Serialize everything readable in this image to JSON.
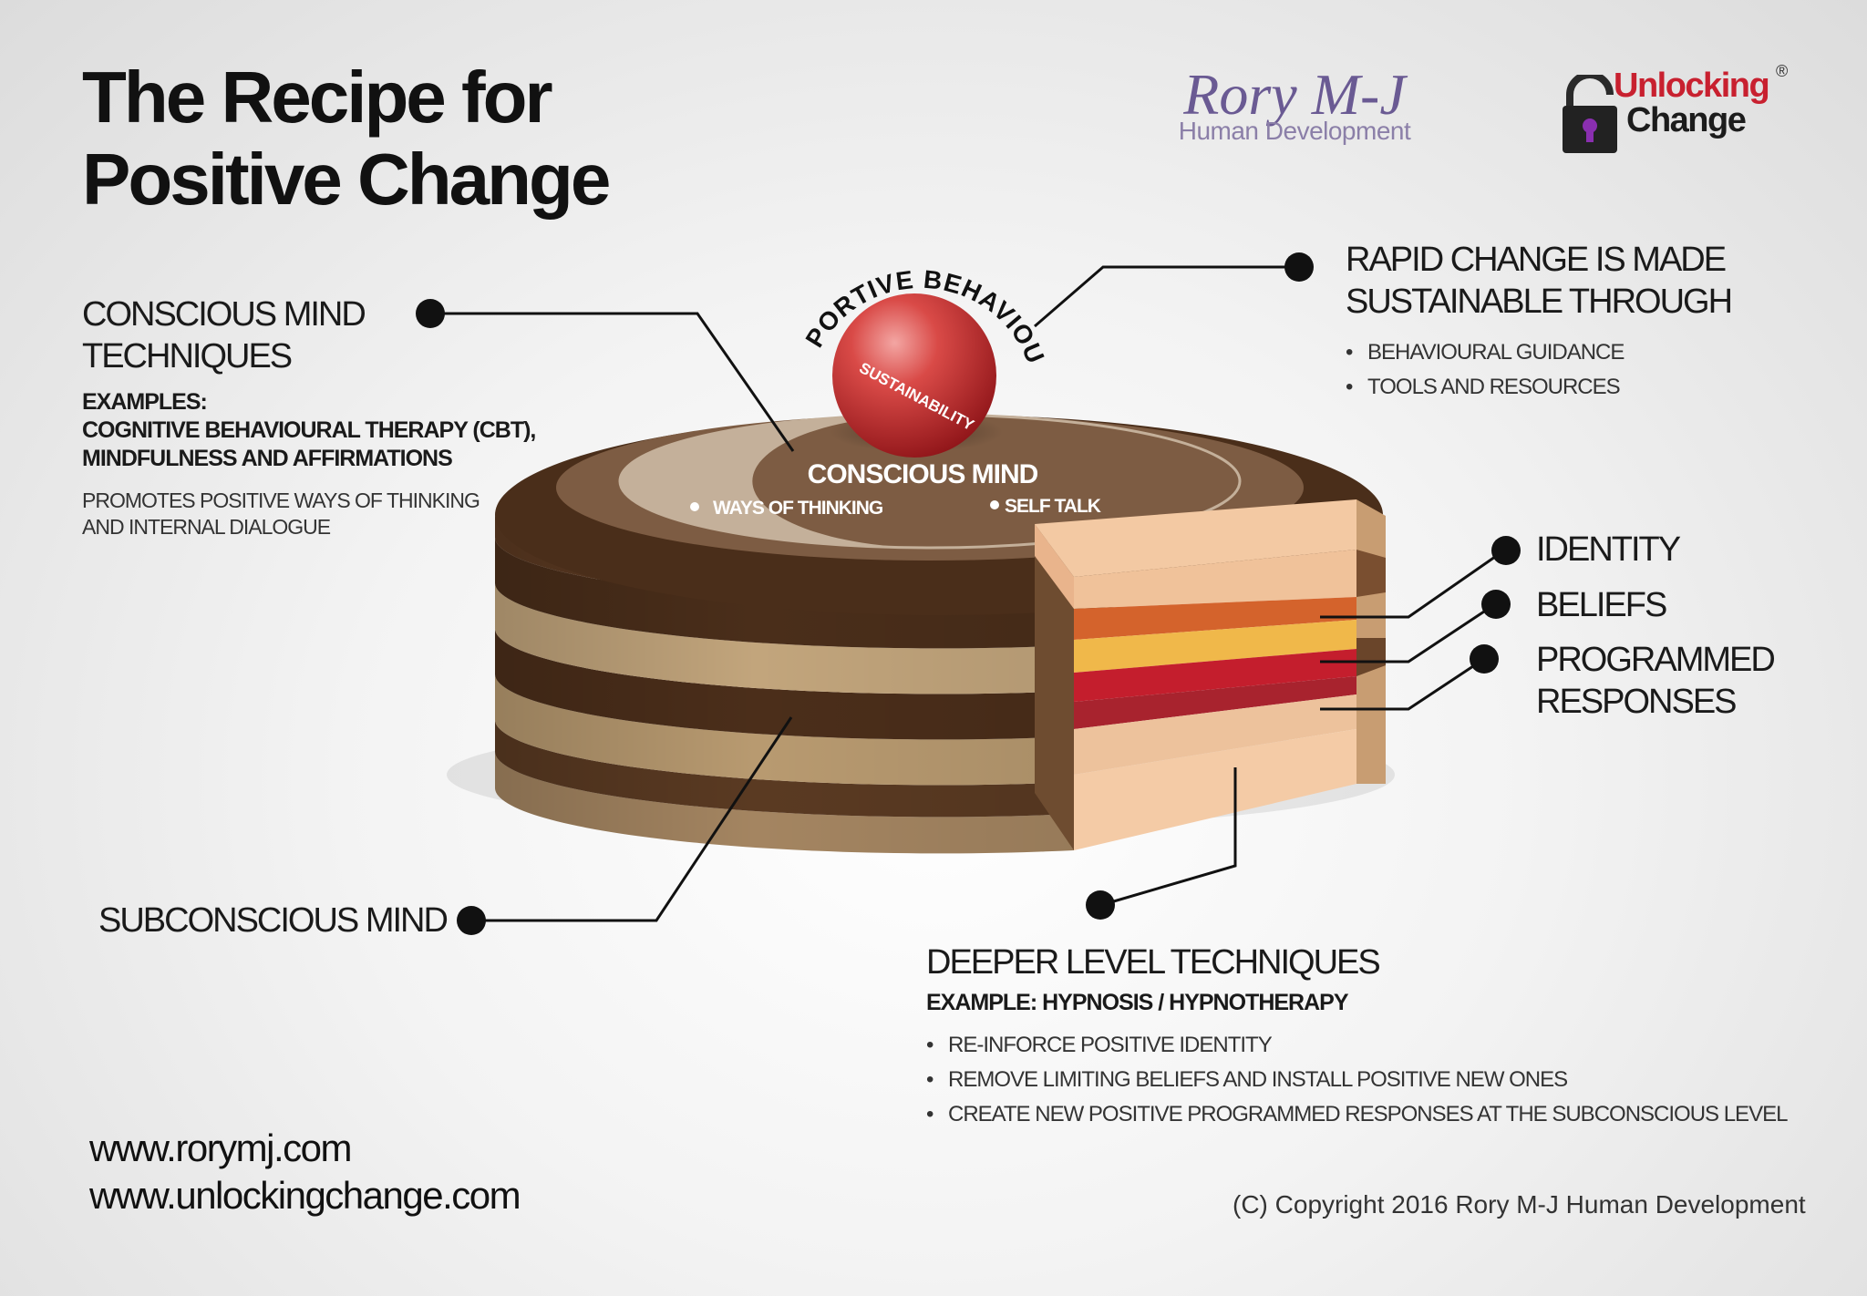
{
  "title": {
    "line1": "The Recipe for",
    "line2": "Positive Change"
  },
  "logos": {
    "rory_name": "Rory M-J",
    "rory_sub": "Human Development",
    "unlocking_word1": "Unlocking",
    "unlocking_word2": "Change",
    "registered_mark": "®"
  },
  "conscious_techniques": {
    "heading_line1": "CONSCIOUS MIND",
    "heading_line2": "TECHNIQUES",
    "examples_label": "EXAMPLES:",
    "examples_line1": "COGNITIVE BEHAVIOURAL THERAPY (CBT),",
    "examples_line2": "MINDFULNESS  AND AFFIRMATIONS",
    "promotes_line1": "PROMOTES POSITIVE WAYS OF THINKING",
    "promotes_line2": "AND INTERNAL DIALOGUE"
  },
  "rapid_change": {
    "heading_line1": "RAPID CHANGE IS MADE",
    "heading_line2": "SUSTAINABLE THROUGH",
    "bullets": [
      "BEHAVIOURAL GUIDANCE",
      "TOOLS AND RESOURCES"
    ]
  },
  "cake": {
    "arc_text": "SUPPORTIVE BEHAVIOURS",
    "ball_text": "SUSTAINABILITY",
    "top_label": "CONSCIOUS MIND",
    "top_item1": "WAYS OF THINKING",
    "top_item2": "SELF TALK"
  },
  "layers": {
    "identity": "IDENTITY",
    "beliefs": "BELIEFS",
    "programmed_line1": "PROGRAMMED",
    "programmed_line2": "RESPONSES"
  },
  "subconscious": {
    "label": "SUBCONSCIOUS MIND"
  },
  "deeper": {
    "heading": "DEEPER  LEVEL TECHNIQUES",
    "example": "EXAMPLE: HYPNOSIS / HYPNOTHERAPY",
    "bullets": [
      "RE-INFORCE POSITIVE IDENTITY",
      "REMOVE LIMITING BELIEFS AND INSTALL POSITIVE NEW ONES",
      "CREATE NEW POSITIVE PROGRAMMED RESPONSES AT THE SUBCONSCIOUS LEVEL"
    ]
  },
  "urls": [
    "www.rorymj.com",
    "www.unlockingchange.com"
  ],
  "copyright": "(C) Copyright 2016 Rory M-J Human Development",
  "colors": {
    "dark_brown": "#4a2e1a",
    "mid_brown": "#7a5a42",
    "tan": "#b8976c",
    "peach": "#efc096",
    "orange": "#d4632c",
    "yellow": "#f0b84a",
    "crimson": "#a8232e",
    "ball_red": "#c62b2d",
    "brand_red": "#c8202f",
    "brand_purple": "#6a5a93"
  }
}
